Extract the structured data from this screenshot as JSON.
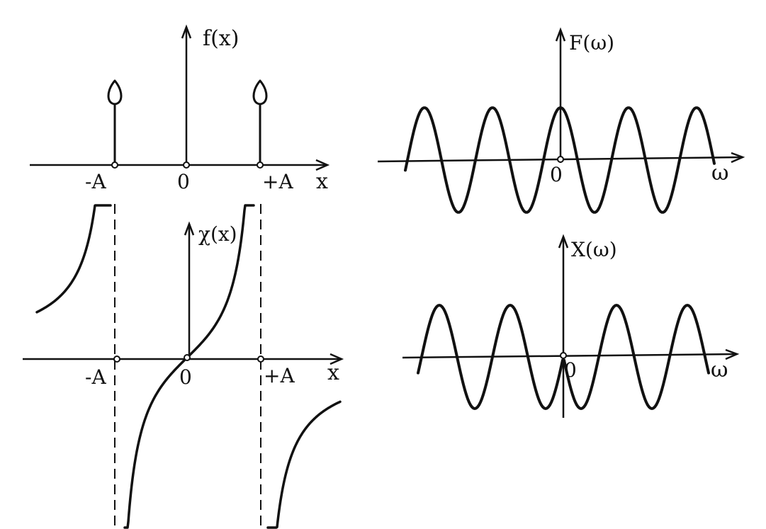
{
  "panels": {
    "delta_pair": {
      "y_axis_label": "f(x)",
      "x_axis_label": "x",
      "tick_labels": {
        "left": "-A",
        "origin": "0",
        "right": "+A"
      }
    },
    "hilbert_space": {
      "y_axis_label": "χ(x)",
      "x_axis_label": "x",
      "tick_labels": {
        "left": "-A",
        "origin": "0",
        "right": "+A"
      }
    },
    "cosine_spectrum": {
      "y_axis_label": "F(ω)",
      "x_axis_label": "ω",
      "tick_labels": {
        "origin": "0"
      }
    },
    "sine_spectrum": {
      "y_axis_label": "X(ω)",
      "x_axis_label": "ω",
      "tick_labels": {
        "origin": "0"
      }
    }
  },
  "colors": {
    "ink": "#111111",
    "paper": "#ffffff"
  }
}
